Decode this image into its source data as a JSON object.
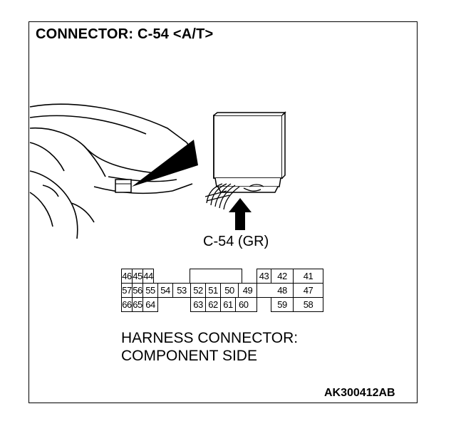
{
  "title": "CONNECTOR: C-54 <A/T>",
  "connector_label": "C-54 (GR)",
  "caption": {
    "line1": "HARNESS CONNECTOR:",
    "line2": "COMPONENT SIDE"
  },
  "figure_code": "AK300412AB",
  "pins": {
    "row1": [
      "46",
      "45",
      "44",
      "43",
      "42",
      "41"
    ],
    "row2": [
      "57",
      "56",
      "55",
      "54",
      "53",
      "52",
      "51",
      "50",
      "49",
      "48",
      "47"
    ],
    "row3": [
      "66",
      "65",
      "64",
      "63",
      "62",
      "61",
      "60",
      "59",
      "58"
    ]
  }
}
